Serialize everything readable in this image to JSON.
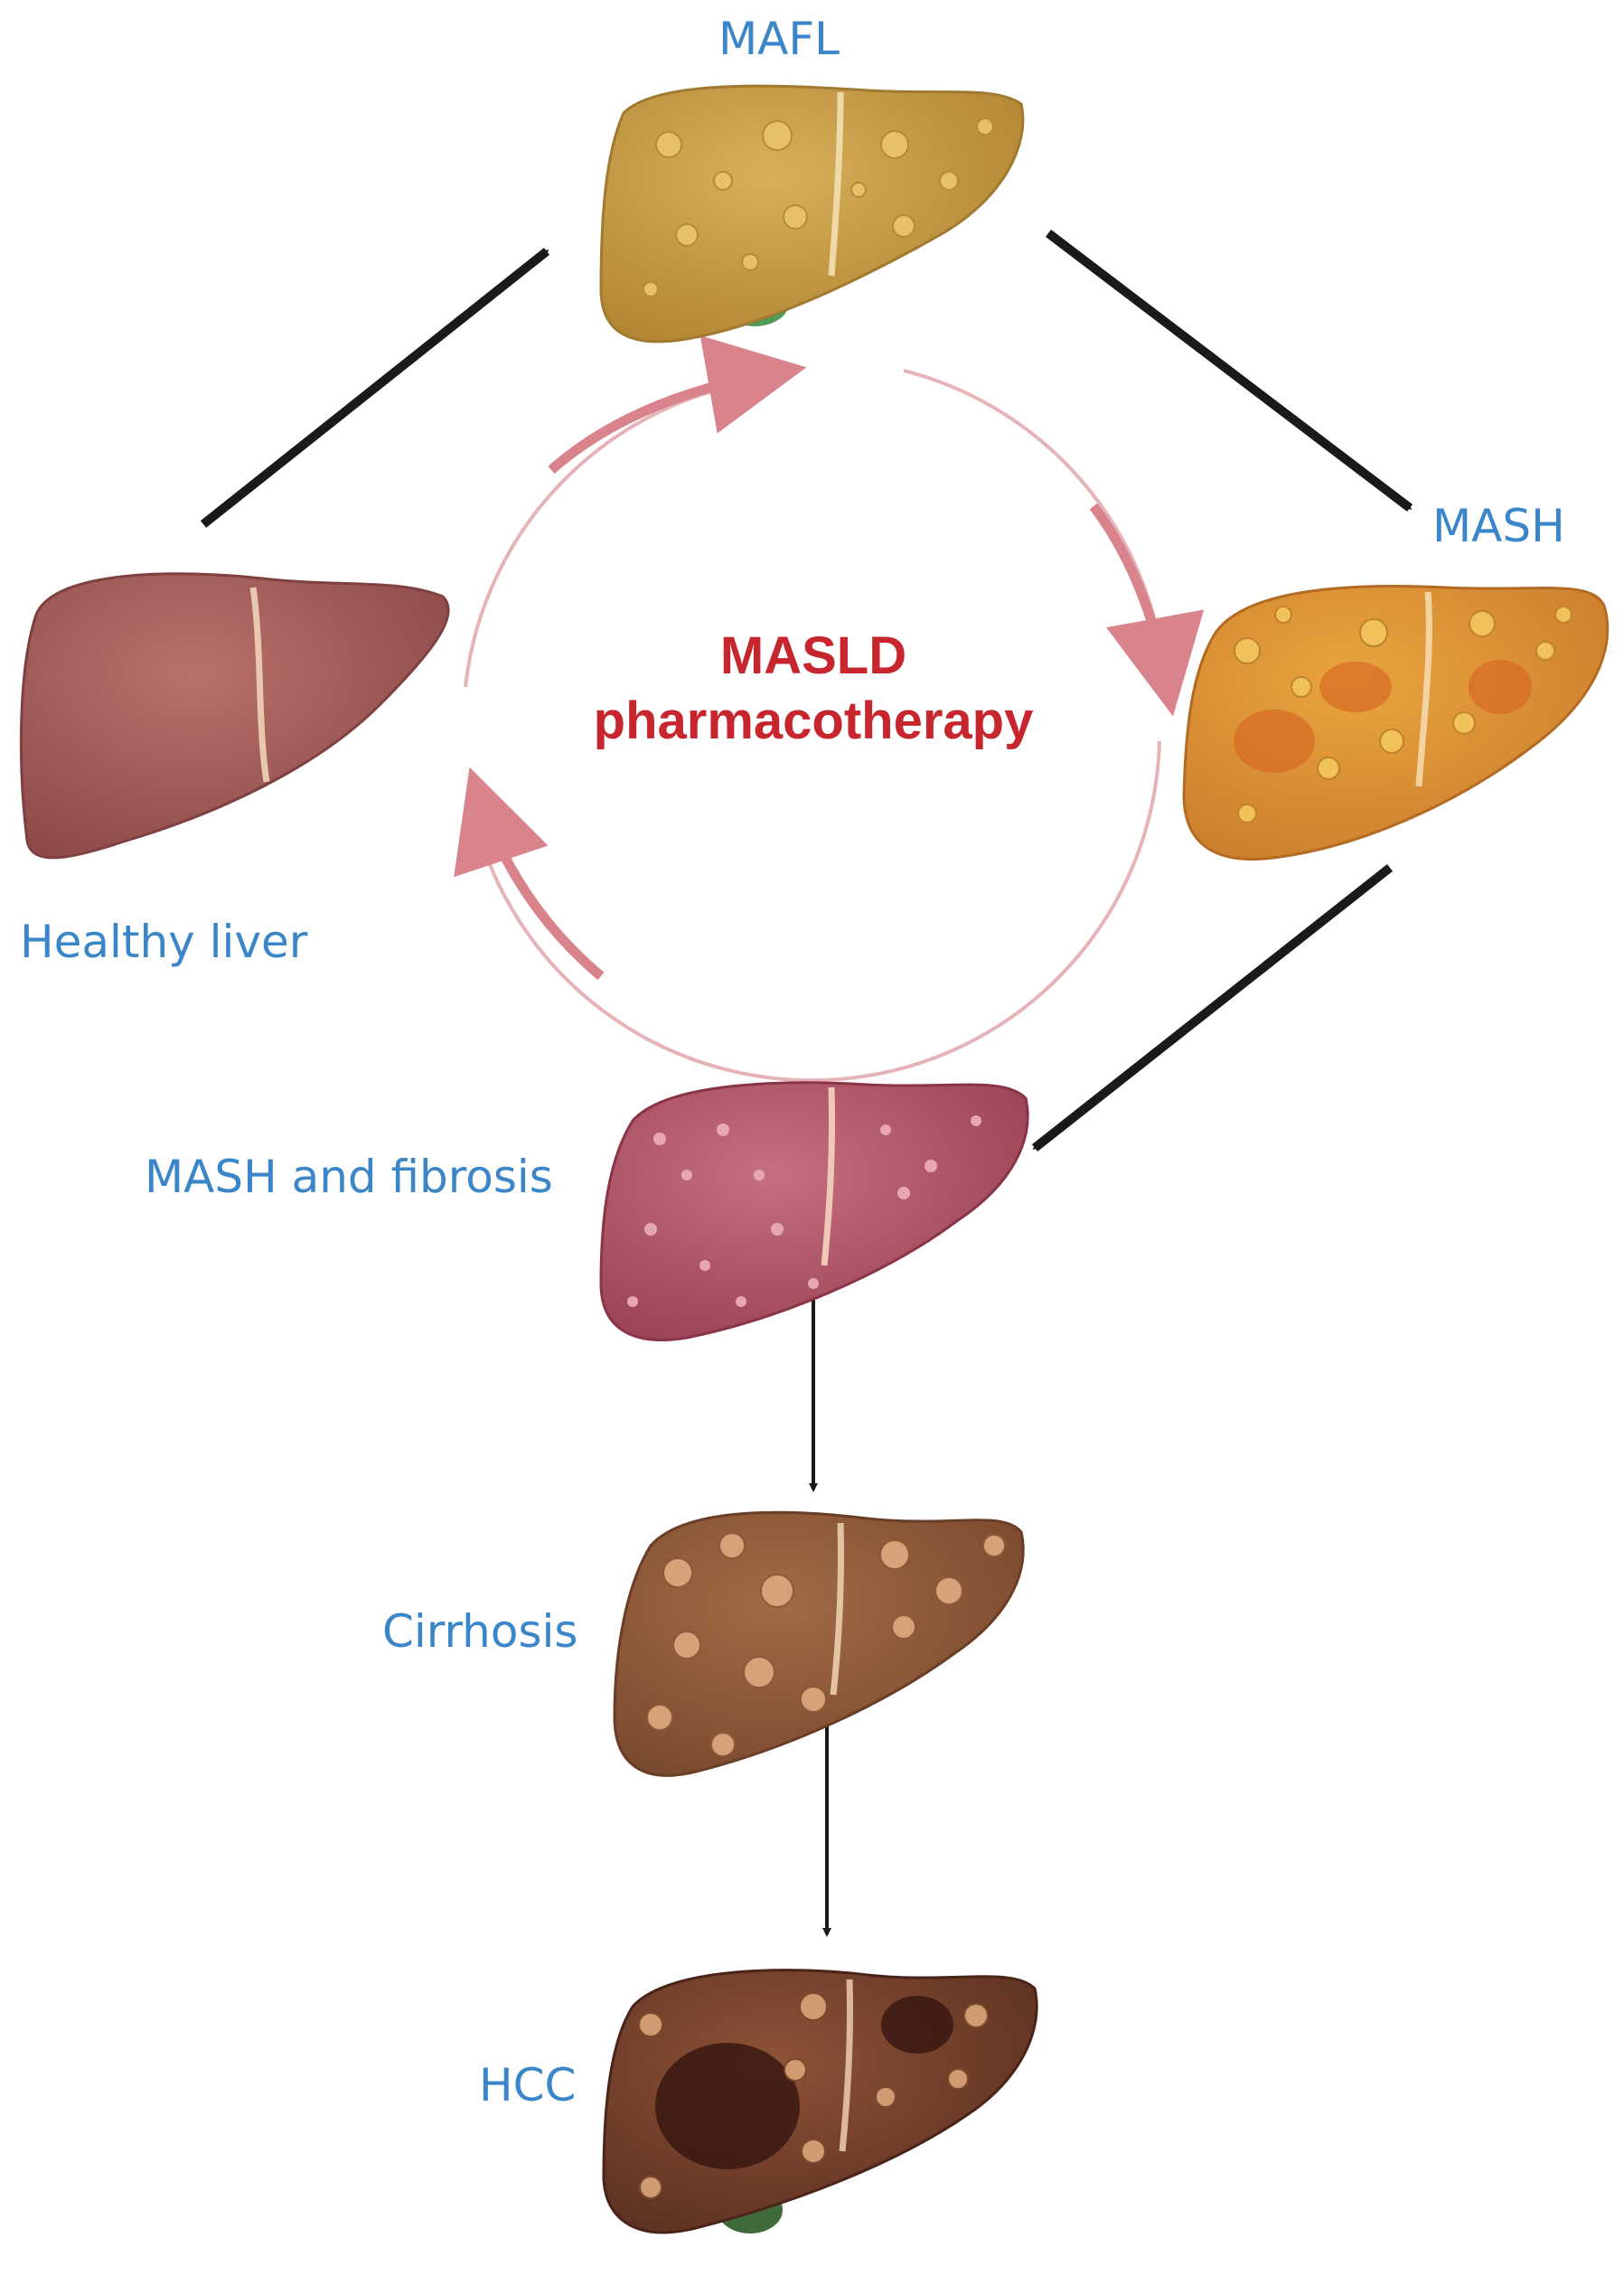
{
  "stages": {
    "mafl": "MAFL",
    "mash": "MASH",
    "healthy": "Healthy liver",
    "fibrosis": "MASH and fibrosis",
    "cirrhosis": "Cirrhosis",
    "hcc": "HCC"
  },
  "center": {
    "line1": "MASLD",
    "line2": "pharmacotherapy"
  },
  "colors": {
    "label_blue": "#3a86c8",
    "title_red": "#c8262e",
    "cycle_pink": "#d9848c",
    "arrow_black": "#1a1a1a",
    "healthy_liver": "#a35c5a",
    "mafl_liver": "#c9a04a",
    "mash_liver": "#d98e36",
    "fibrosis_liver": "#b65a6c",
    "cirrhosis_liver": "#8e5a3a",
    "hcc_liver": "#7a4230"
  }
}
